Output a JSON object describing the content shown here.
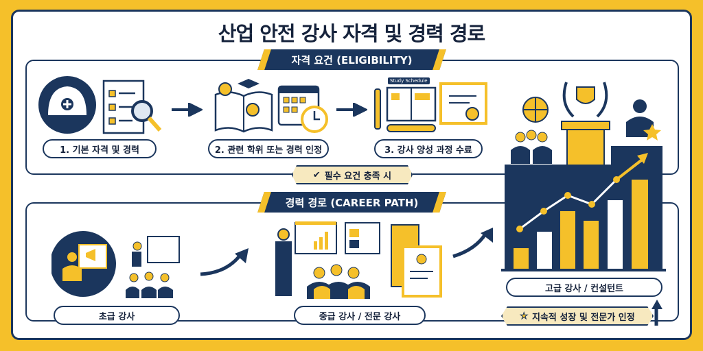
{
  "title": "산업 안전 강사 자격 및 경력 경로",
  "eligibility": {
    "banner": "자격 요건 (ELIGIBILITY)",
    "steps": [
      {
        "label": "1. 기본 자격 및 경력"
      },
      {
        "label": "2. 관련 학위 또는 경력 인정"
      },
      {
        "label": "3. 강사 양성 과정 수료"
      }
    ],
    "study_schedule": "Study Schedule",
    "requirement_met": "필수 요건 충족 시"
  },
  "career": {
    "banner": "경력 경로 (CAREER PATH)",
    "levels": [
      {
        "label": "초급 강사"
      },
      {
        "label": "중급 강사 / 전문 강사"
      },
      {
        "label": "고급 강사 / 컨설턴트"
      }
    ],
    "growth": "지속적 성장 및 전문가 인정"
  },
  "colors": {
    "accent": "#F5C02A",
    "navy": "#1B365D"
  }
}
